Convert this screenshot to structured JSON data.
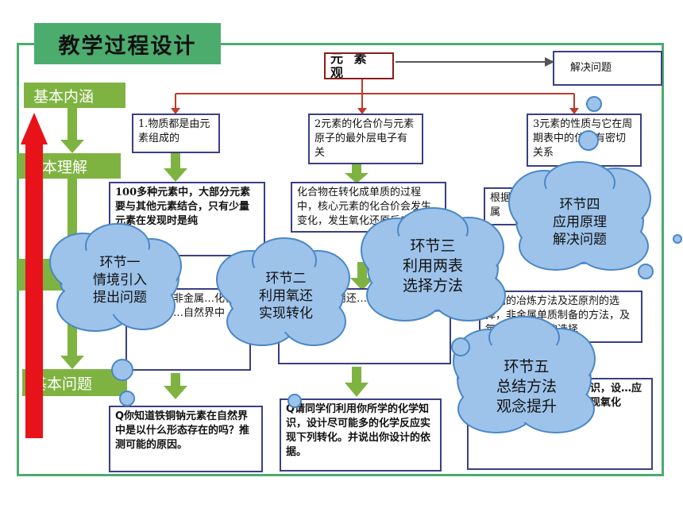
{
  "title": "教学过程设计",
  "levels": {
    "l1": "基本内涵",
    "l2": "基本理解",
    "l3": "基本问题"
  },
  "top": {
    "element_view": "元 素 观",
    "solve": "解决问题"
  },
  "principles": [
    "1.物质都是由元素组成的",
    "2元素的化合价与元素原子的最外层电子有关",
    "3元素的性质与它在周期表中的位置有密切关系"
  ],
  "understanding": {
    "col1": "100多种元素中，大部分元素要与其他元素结合，只有少量元素在发现时是纯",
    "col2": "化合物在转化成单质的过程中，核心元素的化合价会发生变化，发生氧化还原反应",
    "col3": "根据金属"
  },
  "middle": {
    "col1": "…等金…非金属…化合态形式存…自然界中",
    "col2": "…有正…要用还…正负价，根据价态…的方法",
    "col3": "…属的冶炼方法及还原剂的选择，非金属单质制备的方法，及氧化剂还原剂的选择"
  },
  "questions": {
    "q1": "Q你知道铁铜钠元素在自然界中是以什么形态存在的吗？推测可能的原因。",
    "q2": "Q请同学们利用你所学的化学知识，设计尽可能多的化学反应实现下列转化。并说出你设计的依据。",
    "q3": "…识，设…应实现氧化"
  },
  "clouds": [
    {
      "line1": "环节一",
      "line2": "情境引入",
      "line3": "提出问题"
    },
    {
      "line1": "环节二",
      "line2": "利用氧还",
      "line3": "实现转化"
    },
    {
      "line1": "环节三",
      "line2": "利用两表",
      "line3": "选择方法"
    },
    {
      "line1": "环节四",
      "line2": "应用原理",
      "line3": "解决问题"
    },
    {
      "line1": "环节五",
      "line2": "总结方法",
      "line3": "观念提升"
    }
  ],
  "colors": {
    "green_frame": "#4bac6e",
    "level_green": "#7fb341",
    "cloud_fill": "#9dc3ea",
    "cloud_stroke": "#4a87c6",
    "box_border": "#3a3f86",
    "arrow_red": "#e8121a",
    "connector_red": "#c0392b"
  }
}
